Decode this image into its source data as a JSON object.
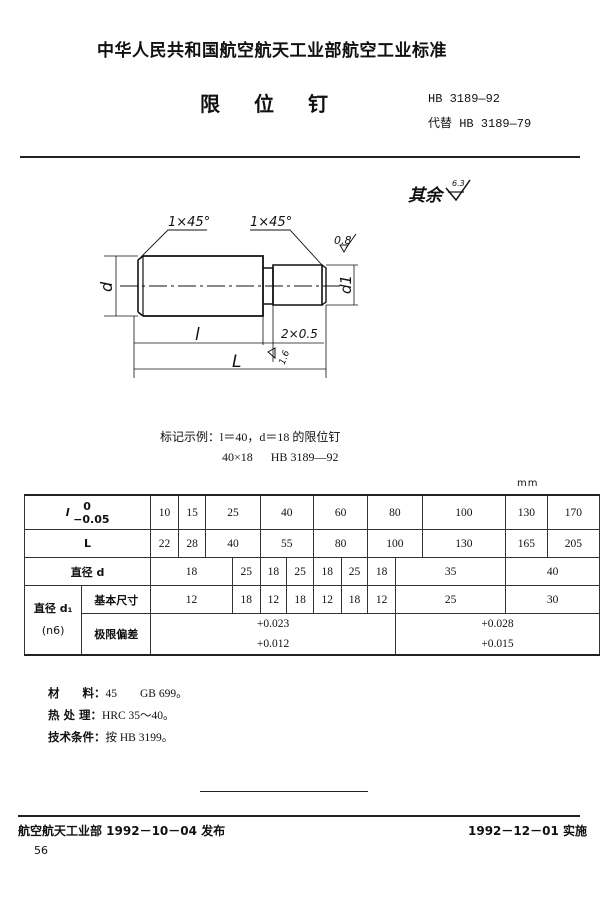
{
  "header": {
    "org_title": "中华人民共和国航空航天工业部航空工业标准",
    "doc_title_chars": [
      "限",
      "位",
      "钉"
    ],
    "standard_number": "HB 3189—92",
    "replaces": "代替 HB 3189—79"
  },
  "drawing": {
    "roughness_note_label": "其余",
    "roughness_note_value": "6.3",
    "chamfer_left": "1×45°",
    "chamfer_right": "1×45°",
    "roughness_d1": "0.8",
    "roughness_shoulder": "1.6",
    "dim_d": "d",
    "dim_d1": "d1",
    "dim_l": "l",
    "dim_L": "L",
    "undercut": "2×0.5"
  },
  "marking_example": {
    "line1": "标记示例：l＝40，d＝18 的限位钉",
    "line2": "40×18      HB 3189—92"
  },
  "table": {
    "unit": "mm",
    "labels": {
      "l": "l",
      "l_tol_upper": "0",
      "l_tol_lower": "−0.05",
      "L": "L",
      "d": "直径 d",
      "d1": "直径 d₁",
      "d1_fit": "(n6)",
      "basic_size": "基本尺寸",
      "limit_dev": "极限偏差"
    },
    "l_values": [
      "10",
      "15",
      "25",
      "40",
      "60",
      "80",
      "100",
      "130",
      "170"
    ],
    "L_values": [
      "22",
      "28",
      "40",
      "55",
      "80",
      "100",
      "130",
      "165",
      "205"
    ],
    "d_values": [
      "18",
      "25",
      "18",
      "25",
      "18",
      "25",
      "18",
      "35",
      "40"
    ],
    "d1_basic": [
      "12",
      "18",
      "12",
      "18",
      "12",
      "18",
      "12",
      "25",
      "30"
    ],
    "d1_dev_small": {
      "upper": "+0.023",
      "lower": "+0.012"
    },
    "d1_dev_large": {
      "upper": "+0.028",
      "lower": "+0.015"
    }
  },
  "notes": [
    {
      "label": "材　　料：",
      "value": "45　　GB 699。"
    },
    {
      "label": "热 处 理：",
      "value": "HRC 35～40。"
    },
    {
      "label": "技术条件：",
      "value": "按 HB 3199。"
    }
  ],
  "footer": {
    "issued": "航空航天工业部 1992－10－04 发布",
    "effective": "1992－12－01 实施",
    "page_number": "56"
  }
}
